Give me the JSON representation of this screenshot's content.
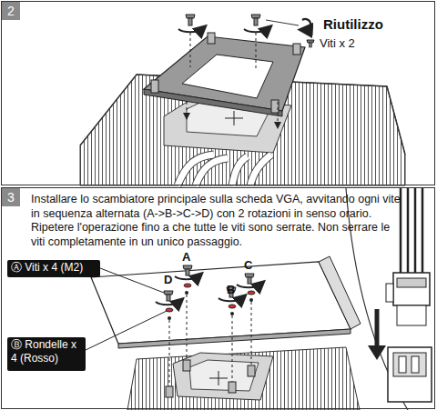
{
  "diagram": {
    "nodes": [
      {
        "text": [
          "2"
        ]
      },
      {
        "text": [
          "3",
          "Installare lo scambiatore principale sulla scheda VGA,  avvitando ogni vite in sequenza alternata (A->B->C->D) con 2 rotazioni in senso orario. Ripetere l'operazione fino a che tutte le viti sono serrate. Non serrare le viti completamente in un unico passaggio."
        ]
      },
      {
        "text": [
          "Ⓐ Viti x 4 (M2)"
        ],
        "in": 1
      },
      {
        "text": [
          "Ⓑ Rondelle x 4 (Rosso)"
        ],
        "in": 1
      }
    ],
    "labels": [
      "Riutilizzo",
      "Viti x 2",
      "A",
      "B",
      "C",
      "D"
    ]
  }
}
